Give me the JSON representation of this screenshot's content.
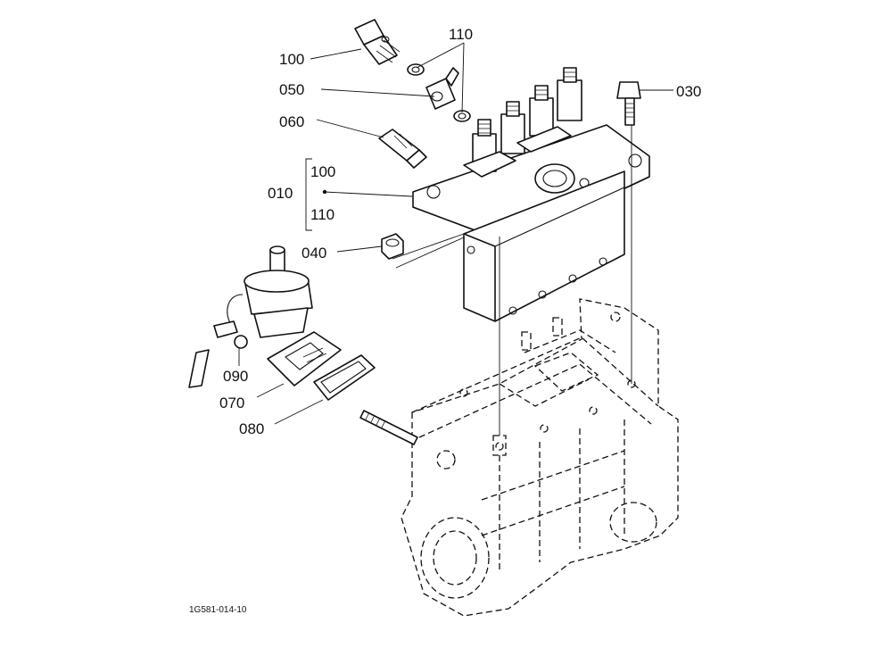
{
  "labels": {
    "p100_top": "100",
    "p110_top": "110",
    "p050": "050",
    "p060": "060",
    "p010": "010",
    "p010_sub_100": "100",
    "p010_sub_110": "110",
    "p040": "040",
    "p030": "030",
    "p090": "090",
    "p070": "070",
    "p080": "080"
  },
  "drawing_code": "1G581-014-10"
}
